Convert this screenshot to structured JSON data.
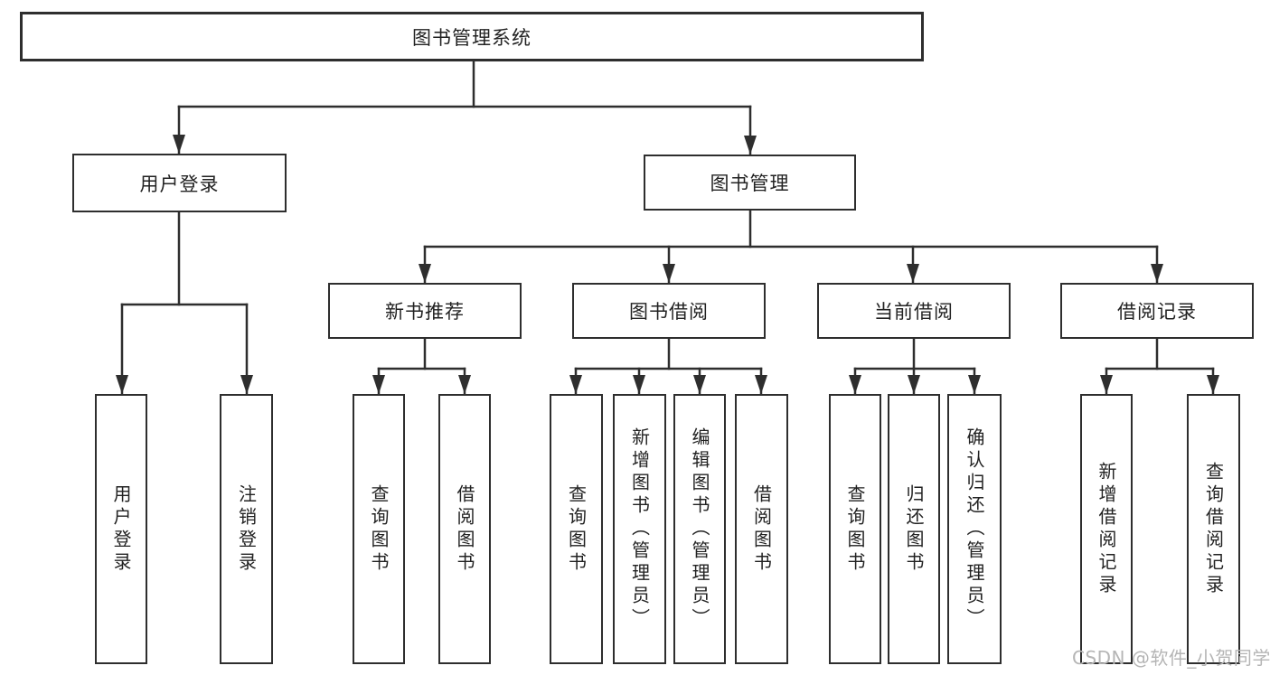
{
  "diagram": {
    "tree": {
      "label": "图书管理系统",
      "children": [
        {
          "label": "用户登录",
          "children": [
            {
              "label": "用户登录"
            },
            {
              "label": "注销登录"
            }
          ]
        },
        {
          "label": "图书管理",
          "children": [
            {
              "label": "新书推荐",
              "children": [
                {
                  "label": "查询图书"
                },
                {
                  "label": "借阅图书"
                }
              ]
            },
            {
              "label": "图书借阅",
              "children": [
                {
                  "label": "查询图书"
                },
                {
                  "label": "新增图书（管理员）"
                },
                {
                  "label": "编辑图书（管理员）"
                },
                {
                  "label": "借阅图书"
                }
              ]
            },
            {
              "label": "当前借阅",
              "children": [
                {
                  "label": "查询图书"
                },
                {
                  "label": "归还图书"
                },
                {
                  "label": "确认归还（管理员）"
                }
              ]
            },
            {
              "label": "借阅记录",
              "children": [
                {
                  "label": "新增借阅记录"
                },
                {
                  "label": "查询借阅记录"
                }
              ]
            }
          ]
        }
      ]
    },
    "colors": {
      "line": "#2e2e2e",
      "text": "#222222",
      "box_background": "#ffffff",
      "page_background": "#ffffff",
      "watermark": "#b5b5b5"
    }
  },
  "watermark": {
    "text": "CSDN @软件_小贺同学"
  }
}
